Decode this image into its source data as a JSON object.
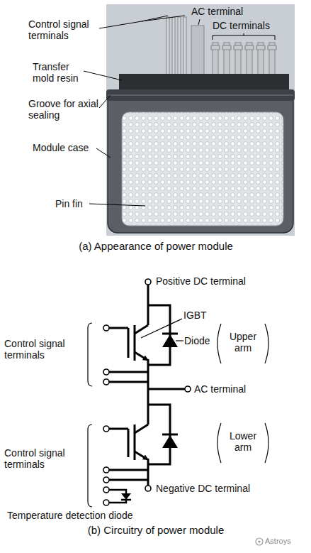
{
  "diagram": {
    "labels": [
      "Control signal terminals",
      "AC terminal",
      "DC terminals",
      "Transfer mold resin",
      "Groove for axial sealing",
      "Module case",
      "Pin fin",
      "(a) Appearance of power module",
      "Positive DC terminal",
      "IGBT",
      "Control signal terminals",
      "Diode",
      "Upper arm",
      "AC terminal",
      "Control signal terminals",
      "Lower arm",
      "Negative DC terminal",
      "Temperature detection diode",
      "(b) Circuitry of power module",
      "Astroys"
    ]
  }
}
